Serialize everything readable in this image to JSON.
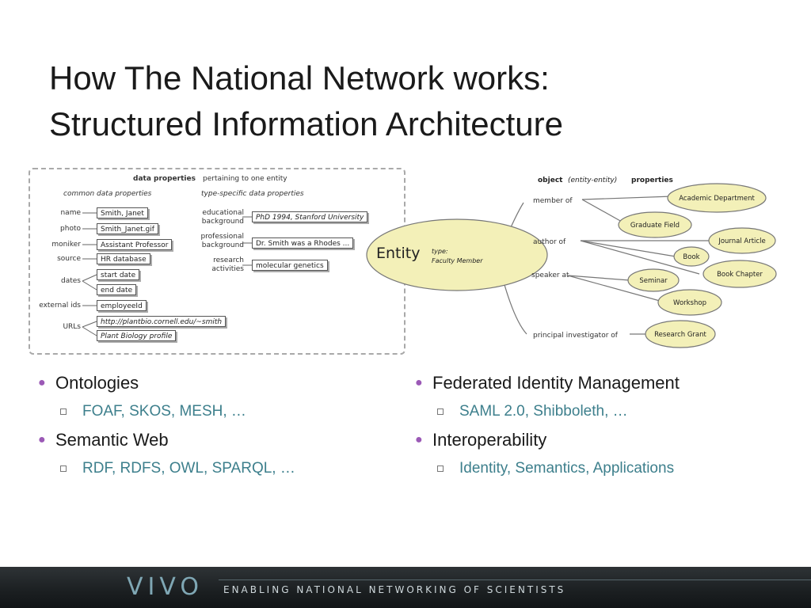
{
  "title": {
    "line1": "How The National Network works:",
    "line2": "Structured Information Architecture"
  },
  "data_properties": {
    "heading_bold": "data properties",
    "heading_rest": "pertaining to one entity",
    "common_label": "common data properties",
    "type_specific_label": "type-specific data properties",
    "common_fields": [
      {
        "label": "name",
        "value": "Smith, Janet"
      },
      {
        "label": "photo",
        "value": "Smith_Janet.gif"
      },
      {
        "label": "moniker",
        "value": "Assistant Professor"
      },
      {
        "label": "source",
        "value": "HR database"
      },
      {
        "label": "dates",
        "value": "start date",
        "value2": "end date"
      },
      {
        "label": "external ids",
        "value": "employeeId"
      },
      {
        "label": "URLs",
        "value": "http://plantbio.cornell.edu/~smith",
        "value2": "Plant Biology profile"
      }
    ],
    "type_fields": [
      {
        "label_l1": "educational",
        "label_l2": "background",
        "value": "PhD 1994, Stanford University"
      },
      {
        "label_l1": "professional",
        "label_l2": "background",
        "value": "Dr. Smith was a Rhodes ..."
      },
      {
        "label_l1": "research",
        "label_l2": "activities",
        "value": "molecular genetics"
      }
    ]
  },
  "object_properties": {
    "heading_bold": "object",
    "heading_mid": "(entity-entity)",
    "heading_end": "properties",
    "entity_label": "Entity",
    "entity_type_l1": "type:",
    "entity_type_l2": "Faculty Member",
    "relations": [
      "member of",
      "author of",
      "speaker at",
      "principal investigator of"
    ],
    "targets": [
      "Academic Department",
      "Graduate Field",
      "Journal Article",
      "Book",
      "Book Chapter",
      "Seminar",
      "Workshop",
      "Research Grant"
    ]
  },
  "bullets_left": [
    {
      "text": "Ontologies",
      "sub": "FOAF,  SKOS, MESH, …"
    },
    {
      "text": "Semantic Web",
      "sub": "RDF, RDFS, OWL, SPARQL, …"
    }
  ],
  "bullets_right": [
    {
      "text": "Federated Identity Management",
      "sub": "SAML 2.0, Shibboleth, …"
    },
    {
      "text": "Interoperability",
      "sub": "Identity, Semantics, Applications"
    }
  ],
  "footer": {
    "brand": "VIVO",
    "tagline": "ENABLING NATIONAL NETWORKING OF SCIENTISTS"
  },
  "colors": {
    "bullet": "#9b59b6",
    "sub_bullet_text": "#3d7f8c",
    "ellipse_fill": "#f3f0b8",
    "footer_brand": "#7fa7b4"
  }
}
